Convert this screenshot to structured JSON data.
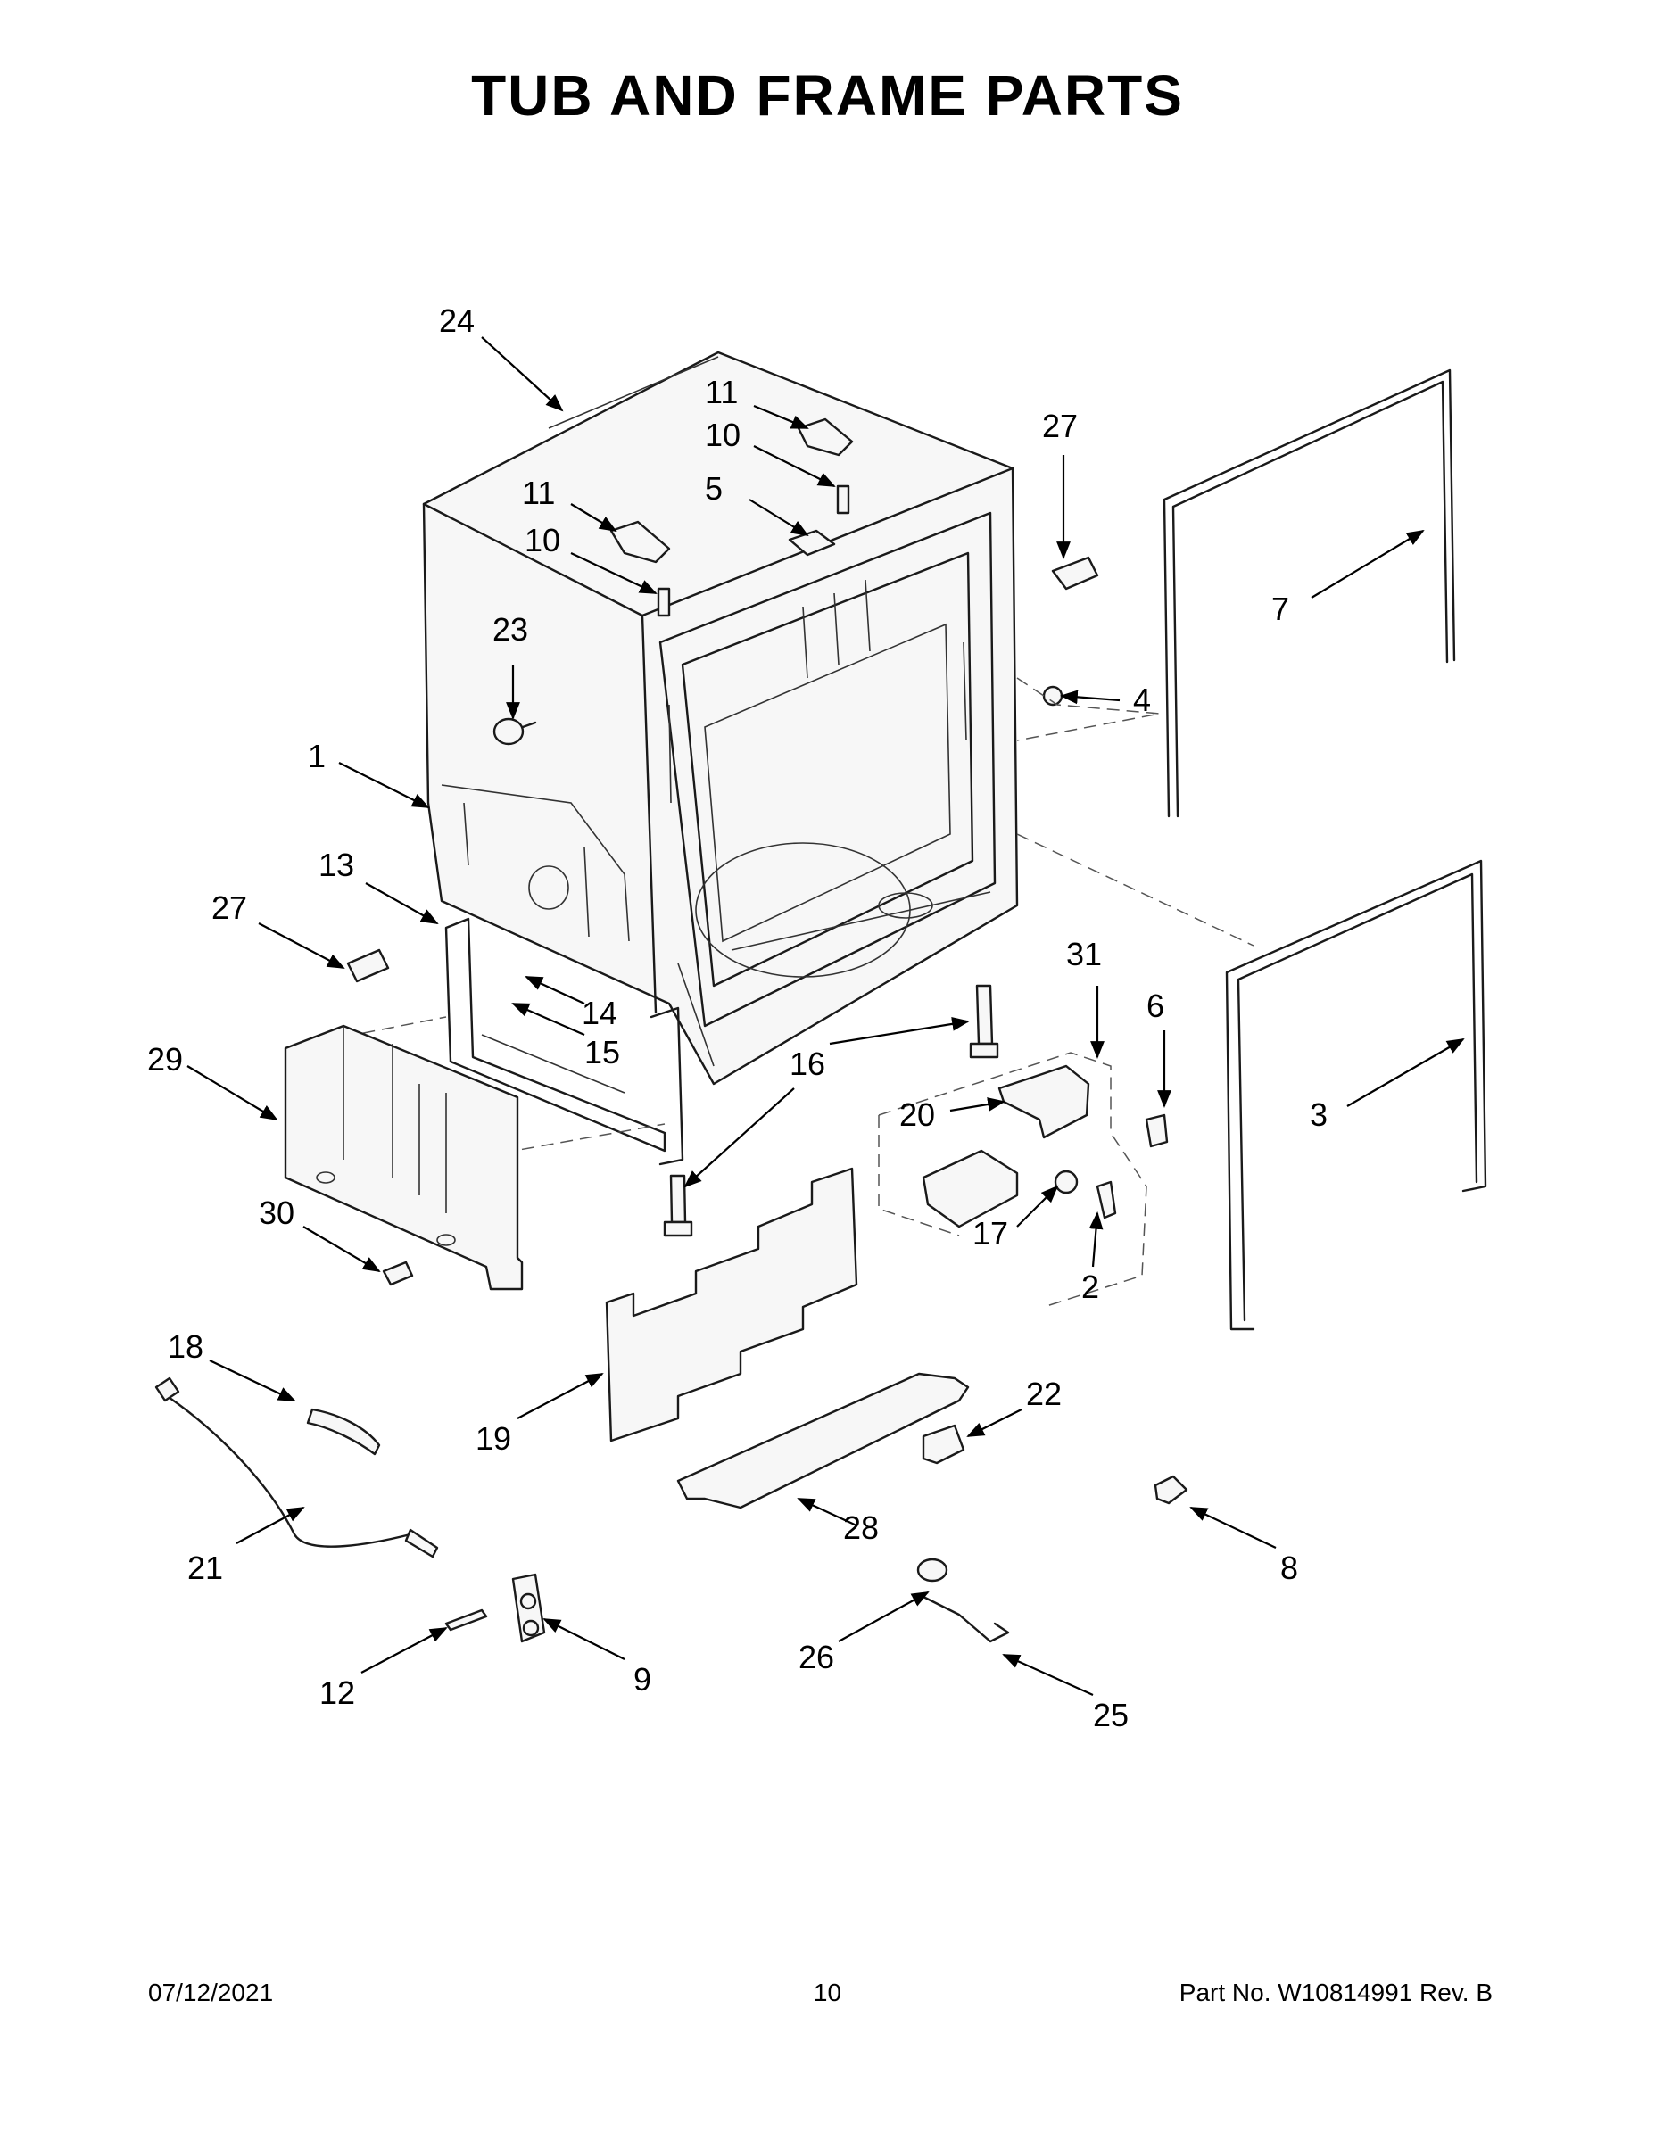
{
  "title": "TUB AND FRAME PARTS",
  "footer": {
    "date": "07/12/2021",
    "page": "10",
    "part_number": "Part No.  W10814991  Rev.  B"
  },
  "callouts": {
    "c1": "1",
    "c2": "2",
    "c3": "3",
    "c4": "4",
    "c5": "5",
    "c6": "6",
    "c7": "7",
    "c8": "8",
    "c9": "9",
    "c10a": "10",
    "c10b": "10",
    "c11a": "11",
    "c11b": "11",
    "c12": "12",
    "c13": "13",
    "c14": "14",
    "c15": "15",
    "c16a": "16",
    "c17": "17",
    "c18": "18",
    "c19": "19",
    "c20": "20",
    "c21": "21",
    "c22": "22",
    "c23": "23",
    "c24": "24",
    "c25": "25",
    "c26": "26",
    "c27a": "27",
    "c27b": "27",
    "c28": "28",
    "c29": "29",
    "c30": "30",
    "c31": "31"
  }
}
